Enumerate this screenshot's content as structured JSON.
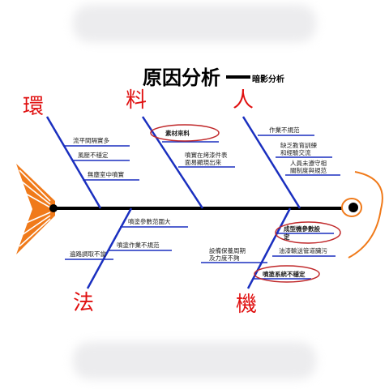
{
  "title": "原因分析",
  "subtitle": "暗影分析",
  "categories": {
    "environment": "環",
    "material": "料",
    "people": "人",
    "method": "法",
    "machine": "機"
  },
  "causes": {
    "env_1": "流平間隔實多",
    "env_2": "風壓不穩定",
    "env_3": "無塵室中噴實",
    "mat_1": "素材來料",
    "mat_2a": "噴實在烤漆件表",
    "mat_2b": "面易顯現出來",
    "ppl_1": "作業不規范",
    "ppl_2a": "缺乏教育訓練",
    "ppl_2b": "和經驗交流",
    "ppl_3a": "人員未遵守相",
    "ppl_3b": "關制度與規范",
    "meth_1": "噴塗參數范圍大",
    "meth_2": "噴塗作業不規范",
    "meth_3": "遍路調取不當",
    "mach_1a": "成型機參數設",
    "mach_1b": "定",
    "mach_2": "油漆輸送管道臟污",
    "mach_3a": "設備保養周期",
    "mach_3b": "及力度不夠",
    "mach_4": "噴塗系統不穩定"
  },
  "colors": {
    "bone": "#1a2fbf",
    "spine": "#000000",
    "category": "#e01010",
    "highlight": "#c0282a",
    "fin": "#f07a1a"
  }
}
